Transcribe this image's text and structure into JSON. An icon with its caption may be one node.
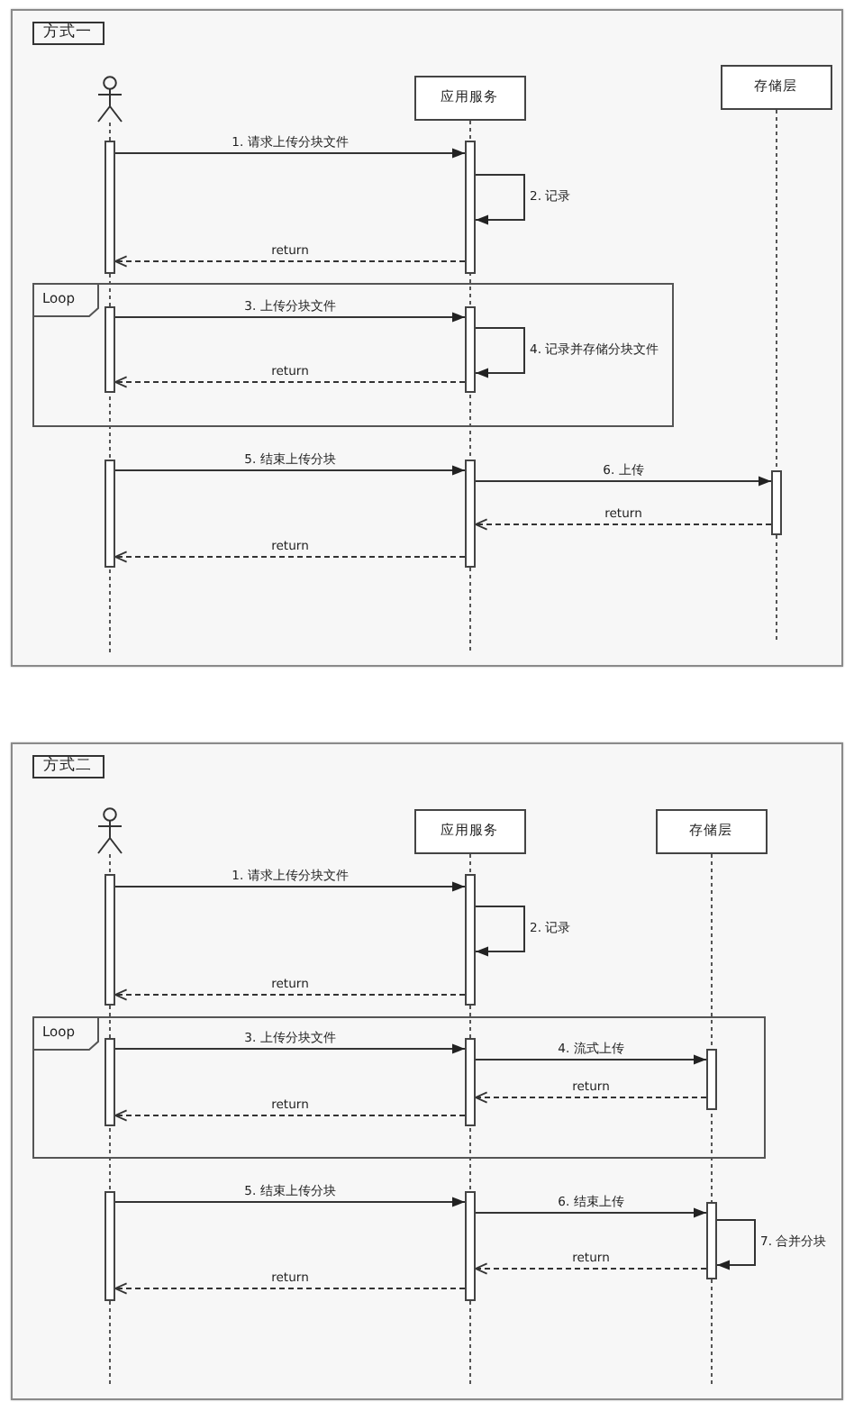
{
  "diagram": {
    "nodes": [
      {
        "text": [
          "方式一"
        ]
      },
      {
        "text": [],
        "shape": "person",
        "in": 0
      },
      {
        "text": [
          "应用服务"
        ],
        "in": 0
      },
      {
        "text": [
          "存储层"
        ],
        "in": 0
      },
      {
        "text": [],
        "shape": "bar",
        "in": 0
      },
      {
        "text": [],
        "shape": "bar",
        "in": 0
      },
      {
        "text": [
          "Loop"
        ],
        "in": 0
      },
      {
        "text": [],
        "shape": "bar",
        "in": 6
      },
      {
        "text": [],
        "shape": "bar",
        "in": 6
      },
      {
        "text": [],
        "shape": "bar",
        "in": 0
      },
      {
        "text": [],
        "shape": "bar",
        "in": 0
      },
      {
        "text": [],
        "shape": "bar",
        "in": 0
      },
      {
        "text": [
          "方式二"
        ]
      },
      {
        "text": [],
        "shape": "person",
        "in": 12
      },
      {
        "text": [
          "应用服务"
        ],
        "in": 12
      },
      {
        "text": [
          "存储层"
        ],
        "in": 12
      },
      {
        "text": [],
        "shape": "bar",
        "in": 12
      },
      {
        "text": [],
        "shape": "bar",
        "in": 12
      },
      {
        "text": [
          "Loop"
        ],
        "in": 12
      },
      {
        "text": [],
        "shape": "bar",
        "in": 18
      },
      {
        "text": [],
        "shape": "bar",
        "in": 18
      },
      {
        "text": [],
        "shape": "bar",
        "in": 18
      },
      {
        "text": [],
        "shape": "bar",
        "in": 12
      },
      {
        "text": [],
        "shape": "bar",
        "in": 12
      },
      {
        "text": [],
        "shape": "bar",
        "in": 12
      }
    ],
    "edges": [
      {
        "from": 4,
        "to": 5,
        "arrow": "to",
        "label": "1. 请求上传分块文件"
      },
      {
        "from": 5,
        "to": 5,
        "arrow": "to",
        "label": "2. 记录"
      },
      {
        "from": 5,
        "to": 4,
        "arrow": "to",
        "label": "return",
        "style": "dashed"
      },
      {
        "from": 7,
        "to": 8,
        "arrow": "to",
        "label": "3. 上传分块文件"
      },
      {
        "from": 8,
        "to": 8,
        "arrow": "to",
        "label": "4. 记录并存储分块文件"
      },
      {
        "from": 8,
        "to": 7,
        "arrow": "to",
        "label": "return",
        "style": "dashed"
      },
      {
        "from": 9,
        "to": 10,
        "arrow": "to",
        "label": "5. 结束上传分块"
      },
      {
        "from": 10,
        "to": 11,
        "arrow": "to",
        "label": "6. 上传"
      },
      {
        "from": 11,
        "to": 10,
        "arrow": "to",
        "label": "return",
        "style": "dashed"
      },
      {
        "from": 10,
        "to": 9,
        "arrow": "to",
        "label": "return",
        "style": "dashed"
      },
      {
        "from": 16,
        "to": 17,
        "arrow": "to",
        "label": "1. 请求上传分块文件"
      },
      {
        "from": 17,
        "to": 17,
        "arrow": "to",
        "label": "2. 记录"
      },
      {
        "from": 17,
        "to": 16,
        "arrow": "to",
        "label": "return",
        "style": "dashed"
      },
      {
        "from": 19,
        "to": 20,
        "arrow": "to",
        "label": "3. 上传分块文件"
      },
      {
        "from": 20,
        "to": 21,
        "arrow": "to",
        "label": "4. 流式上传"
      },
      {
        "from": 21,
        "to": 20,
        "arrow": "to",
        "label": "return",
        "style": "dashed"
      },
      {
        "from": 20,
        "to": 19,
        "arrow": "to",
        "label": "return",
        "style": "dashed"
      },
      {
        "from": 22,
        "to": 23,
        "arrow": "to",
        "label": "5. 结束上传分块"
      },
      {
        "from": 23,
        "to": 24,
        "arrow": "to",
        "label": "6. 结束上传"
      },
      {
        "from": 24,
        "to": 24,
        "arrow": "to",
        "label": "7. 合并分块"
      },
      {
        "from": 24,
        "to": 23,
        "arrow": "to",
        "label": "return",
        "style": "dashed"
      },
      {
        "from": 23,
        "to": 22,
        "arrow": "to",
        "label": "return",
        "style": "dashed"
      }
    ]
  }
}
